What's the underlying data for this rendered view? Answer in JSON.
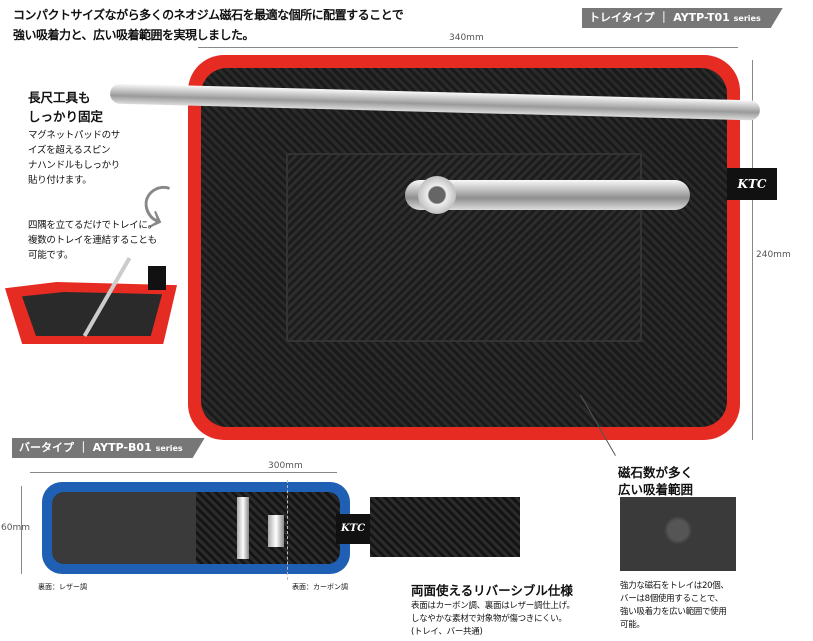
{
  "lead_text": [
    "コンパクトサイズながら多くのネオジム磁石を最適な個所に配置することで",
    "強い吸着力と、広い吸着範囲を実現しました。"
  ],
  "tray_tag": {
    "type": "トレイタイプ",
    "model": "AYTP-T01",
    "series": "series"
  },
  "bar_tag": {
    "type": "バータイプ",
    "model": "AYTP-B01",
    "series": "series"
  },
  "tray_dims": {
    "width": "340mm",
    "height": "240mm"
  },
  "bar_dims": {
    "width": "300mm",
    "height": "60mm"
  },
  "long_tool": {
    "heading": [
      "長尺工具も",
      "しっかり固定"
    ],
    "body": [
      "マグネットパッドのサ",
      "イズを超えるスピン",
      "ナハンドルもしっかり",
      "貼り付けます。"
    ]
  },
  "tray_mode": {
    "body": [
      "四隅を立てるだけでトレイに。",
      "複数のトレイを連結することも",
      "可能です。"
    ]
  },
  "brand": "KTC",
  "bar_labels": {
    "back": "裏面：レザー調",
    "front": "表面：カーボン調"
  },
  "reversible": {
    "heading": "両面使えるリバーシブル仕様",
    "body": [
      "表面はカーボン調、裏面はレザー調仕上げ。",
      "しなやかな素材で対象物が傷つきにくい。",
      "(トレイ、バー共通)"
    ]
  },
  "magnets": {
    "heading": [
      "磁石数が多く",
      "広い吸着範囲"
    ],
    "body": [
      "強力な磁石をトレイは20個、",
      "バーは8個使用することで、",
      "強い吸着力を広い範囲で使用",
      "可能。"
    ]
  },
  "colors": {
    "tray_border": "#e52b22",
    "bar_border": "#1f5fb4",
    "tag_bg": "#777777"
  }
}
